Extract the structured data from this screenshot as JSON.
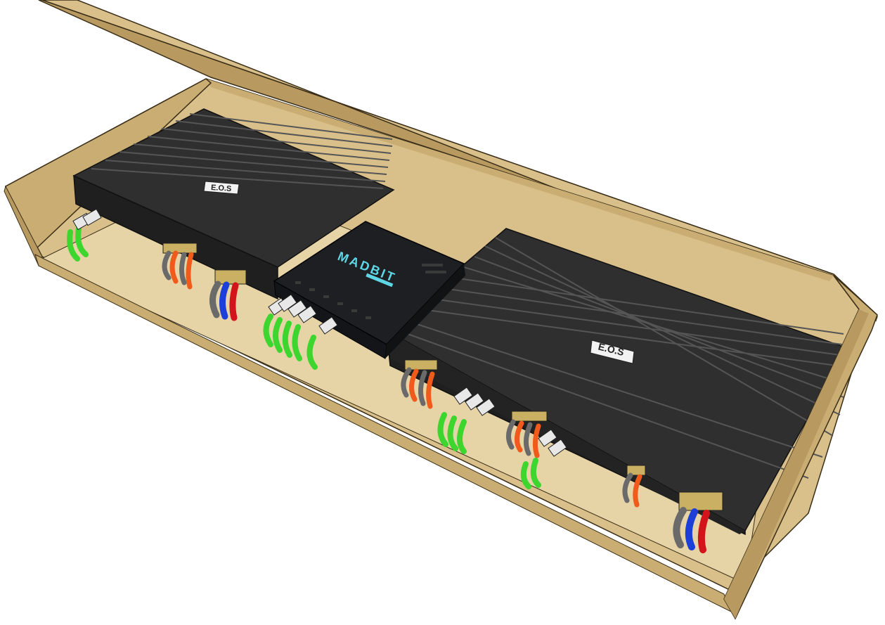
{
  "scene": {
    "amplifier_left": {
      "label": "E.O.S"
    },
    "amplifier_right": {
      "label": "E.O.S"
    },
    "dsp_unit": {
      "brand": "MADBIT"
    }
  },
  "colors": {
    "wood_face": "#d9c08a",
    "wood_edge": "#b89a60",
    "wood_floor": "#e6d3a6",
    "heatsink": "#2b2b2b",
    "heatsink_fin": "#3d3d3d",
    "dsp_body": "#1e1f22",
    "brand_accent": "#5fd6e6",
    "wire_green": "#3cd62f",
    "wire_orange": "#f05a1a",
    "wire_gray": "#6a6a6a",
    "wire_red": "#d3141a",
    "wire_blue": "#1b3fd8",
    "connector_white": "#e8e8e8",
    "terminal_brass": "#c9b063"
  }
}
